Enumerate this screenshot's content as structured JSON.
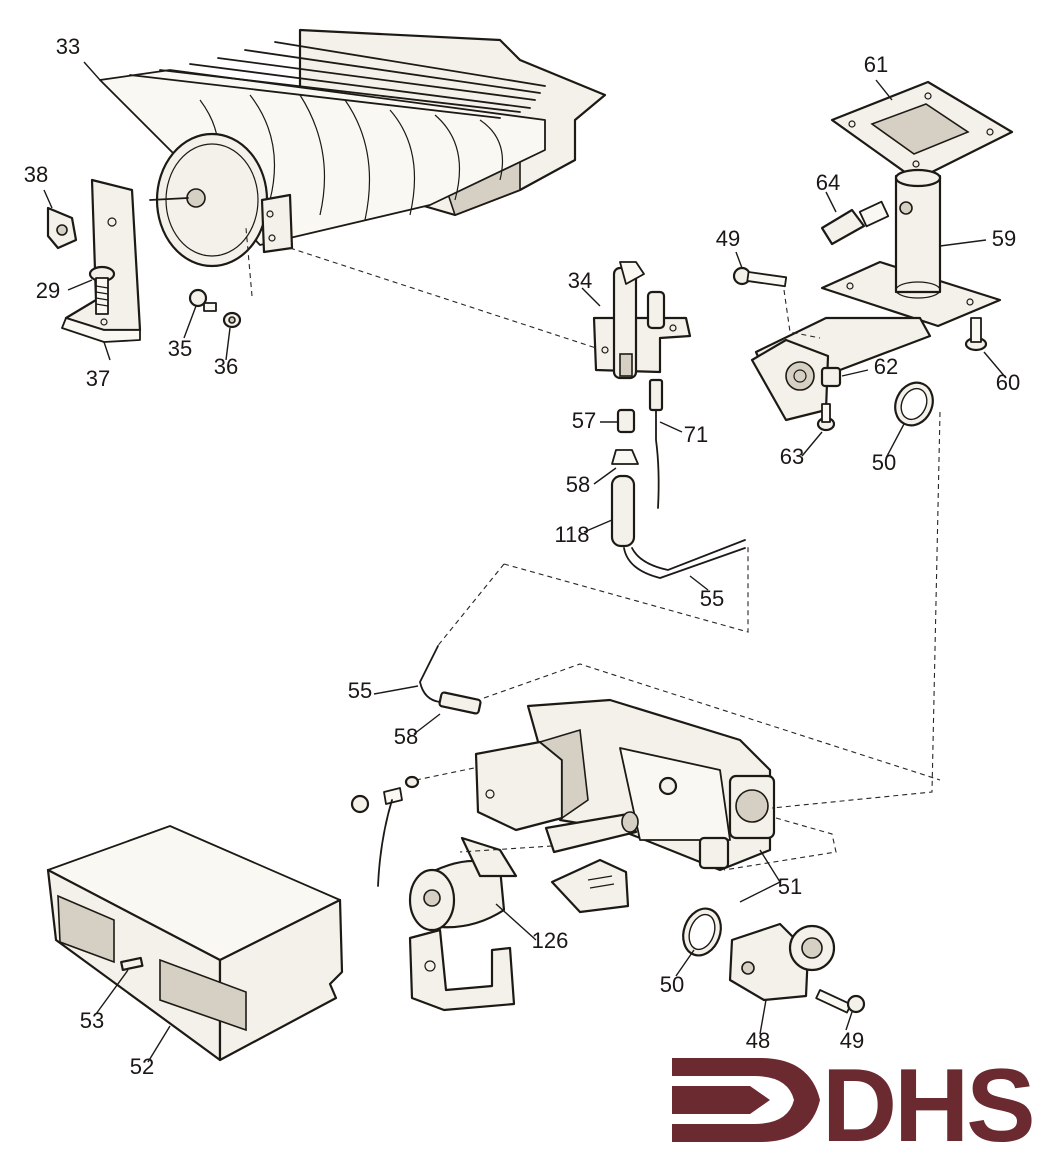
{
  "diagram": {
    "callouts": [
      {
        "id": "c33",
        "label": "33"
      },
      {
        "id": "c38",
        "label": "38"
      },
      {
        "id": "c29",
        "label": "29"
      },
      {
        "id": "c37",
        "label": "37"
      },
      {
        "id": "c35",
        "label": "35"
      },
      {
        "id": "c36",
        "label": "36"
      },
      {
        "id": "c34",
        "label": "34"
      },
      {
        "id": "c57",
        "label": "57"
      },
      {
        "id": "c71",
        "label": "71"
      },
      {
        "id": "c58a",
        "label": "58"
      },
      {
        "id": "c118",
        "label": "118"
      },
      {
        "id": "c55a",
        "label": "55"
      },
      {
        "id": "c61",
        "label": "61"
      },
      {
        "id": "c64",
        "label": "64"
      },
      {
        "id": "c49a",
        "label": "49"
      },
      {
        "id": "c59",
        "label": "59"
      },
      {
        "id": "c62",
        "label": "62"
      },
      {
        "id": "c60",
        "label": "60"
      },
      {
        "id": "c63",
        "label": "63"
      },
      {
        "id": "c50a",
        "label": "50"
      },
      {
        "id": "c55b",
        "label": "55"
      },
      {
        "id": "c58b",
        "label": "58"
      },
      {
        "id": "c51",
        "label": "51"
      },
      {
        "id": "c126",
        "label": "126"
      },
      {
        "id": "c50b",
        "label": "50"
      },
      {
        "id": "c48",
        "label": "48"
      },
      {
        "id": "c49b",
        "label": "49"
      },
      {
        "id": "c53",
        "label": "53"
      },
      {
        "id": "c52",
        "label": "52"
      }
    ]
  },
  "logo": {
    "text": "DHS",
    "color": "#6b2a2f"
  }
}
